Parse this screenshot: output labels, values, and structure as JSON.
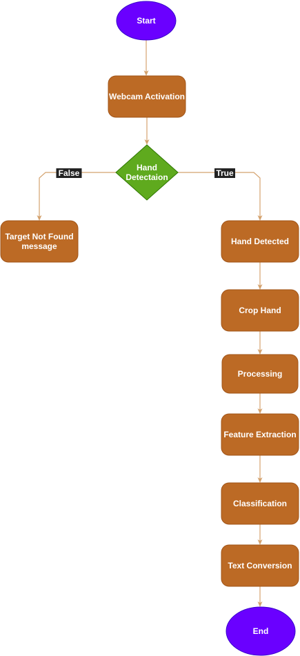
{
  "colors": {
    "terminal_fill": "#6a00ff",
    "terminal_stroke": "#3700cc",
    "process_fill": "#bc6a25",
    "process_stroke": "#a05418",
    "decision_fill": "#5faa1e",
    "decision_stroke": "#2d7600",
    "edge": "#d4a26e",
    "edge_label_bg": "#222222",
    "text": "#ffffff"
  },
  "nodes": {
    "start": {
      "shape": "ellipse",
      "label": [
        "Start"
      ]
    },
    "webcam": {
      "shape": "process",
      "label": [
        "Webcam Activation"
      ]
    },
    "decision": {
      "shape": "decision",
      "label": [
        "Hand",
        "Detectaion"
      ]
    },
    "not_found": {
      "shape": "process",
      "label": [
        "Target Not Found",
        "message"
      ]
    },
    "detected": {
      "shape": "process",
      "label": [
        "Hand Detected"
      ]
    },
    "crop": {
      "shape": "process",
      "label": [
        "Crop Hand"
      ]
    },
    "processing": {
      "shape": "process",
      "label": [
        "Processing"
      ]
    },
    "features": {
      "shape": "process",
      "label": [
        "Feature Extraction"
      ]
    },
    "classification": {
      "shape": "process",
      "label": [
        "Classification"
      ]
    },
    "text_conv": {
      "shape": "process",
      "label": [
        "Text Conversion"
      ]
    },
    "end": {
      "shape": "ellipse",
      "label": [
        "End"
      ]
    }
  },
  "edges": [
    {
      "from": "start",
      "to": "webcam",
      "label": ""
    },
    {
      "from": "webcam",
      "to": "decision",
      "label": ""
    },
    {
      "from": "decision",
      "to": "not_found",
      "label": "False"
    },
    {
      "from": "decision",
      "to": "detected",
      "label": "True"
    },
    {
      "from": "detected",
      "to": "crop",
      "label": ""
    },
    {
      "from": "crop",
      "to": "processing",
      "label": ""
    },
    {
      "from": "processing",
      "to": "features",
      "label": ""
    },
    {
      "from": "features",
      "to": "classification",
      "label": ""
    },
    {
      "from": "classification",
      "to": "text_conv",
      "label": ""
    },
    {
      "from": "text_conv",
      "to": "end",
      "label": ""
    }
  ]
}
